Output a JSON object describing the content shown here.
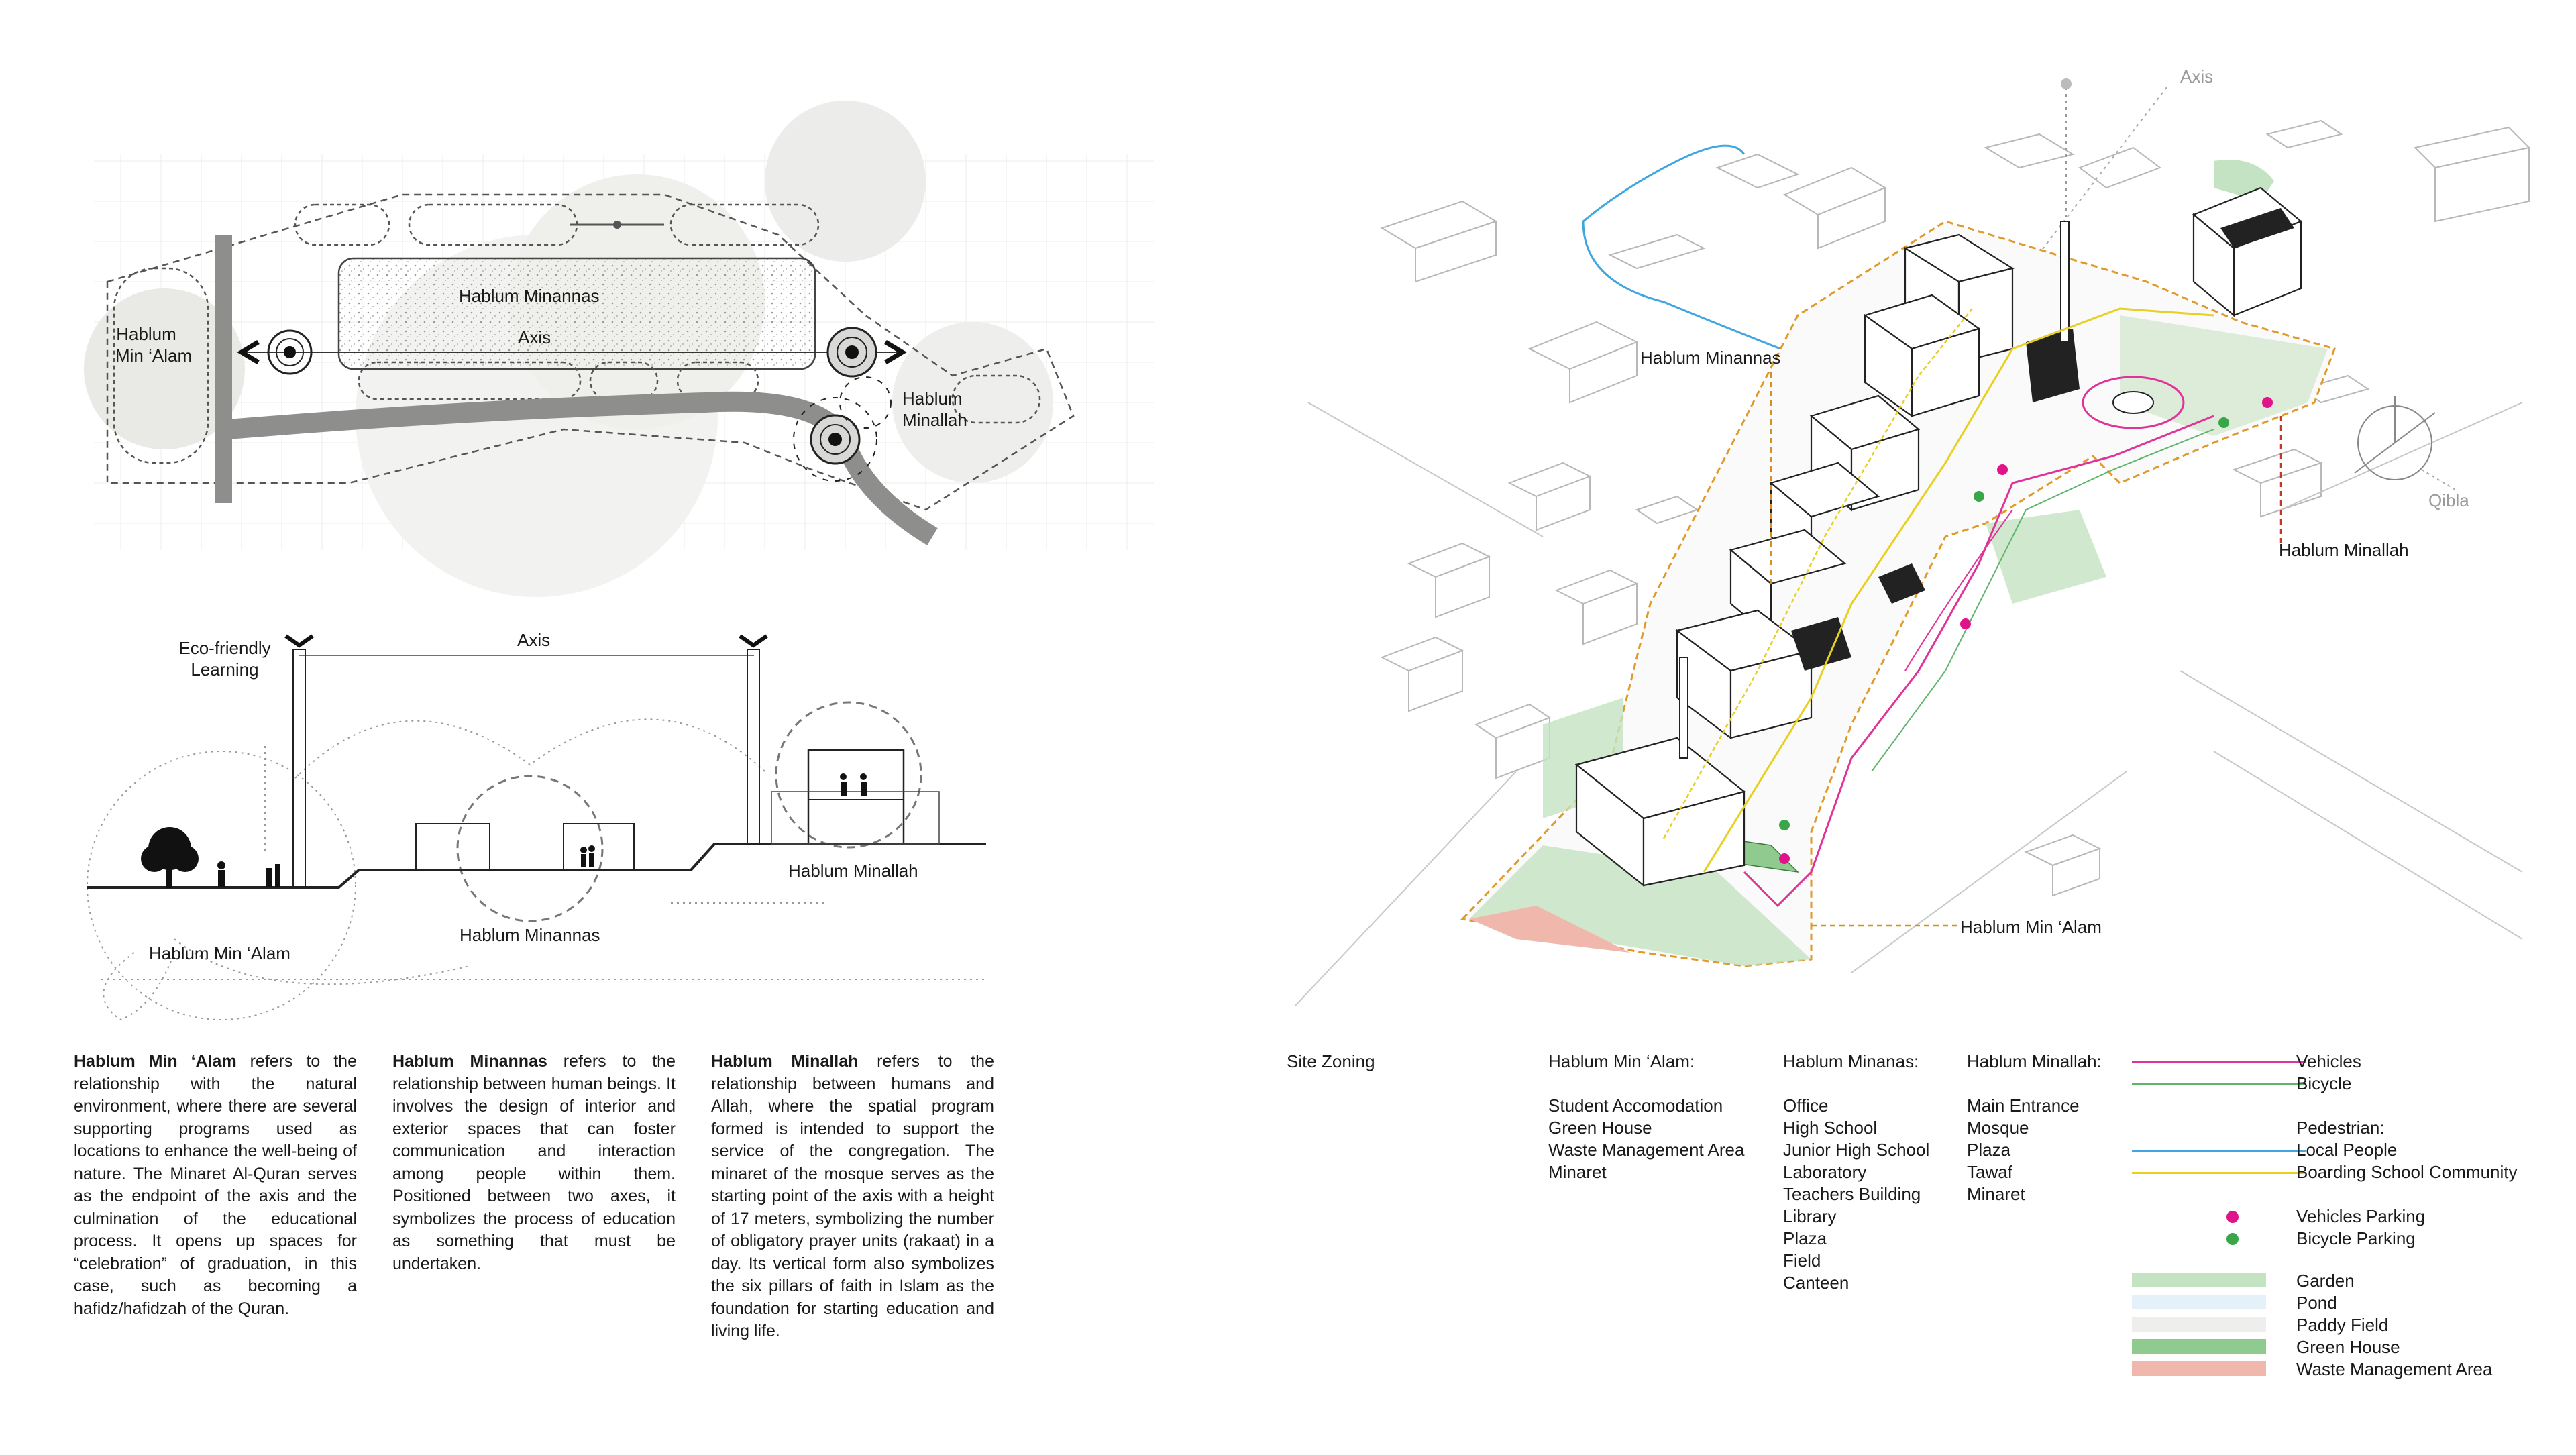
{
  "plan": {
    "label_alam": "Hablum\nMin ‘Alam",
    "label_minannas": "Hablum Minannas",
    "label_axis": "Axis",
    "label_minallah": "Hablum\nMinallah"
  },
  "section": {
    "eco_label": "Eco-friendly\nLearning",
    "axis_label": "Axis",
    "minallah_label": "Hablum Minallah",
    "minannas_label": "Hablum Minannas",
    "alam_label": "Hablum Min ‘Alam"
  },
  "axo": {
    "axis_label": "Axis",
    "qibla_label": "Qibla",
    "minannas_label": "Hablum Minannas",
    "minallah_label": "Hablum Minallah",
    "alam_label": "Hablum Min ‘Alam"
  },
  "descriptions": [
    {
      "title": "Hablum Min ‘Alam",
      "body": " refers to the relationship with the natural environment, where there are several supporting programs used as locations to enhance the well-being of nature. The Minaret Al-Quran serves as the endpoint of the axis and the culmination of the educational process. It opens up spaces for “celebration” of graduation, in this case, such as becoming a hafidz/hafidzah of the Quran."
    },
    {
      "title": "Hablum Minannas",
      "body": " refers to the relationship between human beings. It involves the design of interior and exterior spaces that can foster communication and interaction among people within them. Positioned between two axes, it symbolizes the process of education as something that must be undertaken."
    },
    {
      "title": "Hablum Minallah",
      "body": " refers to the relationship between humans and Allah, where the spatial program formed is intended to support the service of the congregation. The minaret of the mosque serves as the starting point of the axis with a height of 17 meters, symbolizing the number of obligatory prayer units (rakaat) in a day. Its vertical form also symbolizes the six pillars of faith in Islam as the foundation for starting education and living life."
    }
  ],
  "zoning": {
    "title": "Site Zoning",
    "columns": [
      {
        "header": "Hablum Min ‘Alam:",
        "items": [
          "Student Accomodation",
          "Green House",
          "Waste Management Area",
          "Minaret"
        ]
      },
      {
        "header": "Hablum Minanas:",
        "items": [
          "Office",
          "High School",
          "Junior High School",
          "Laboratory",
          "Teachers Building",
          "Library",
          "Plaza",
          "Field",
          "Canteen"
        ]
      },
      {
        "header": "Hablum Minallah:",
        "items": [
          "Main Entrance",
          "Mosque",
          "Plaza",
          "Tawaf",
          "Minaret"
        ]
      }
    ]
  },
  "legend": {
    "lines": [
      {
        "label": "Vehicles",
        "color": "#e0339a"
      },
      {
        "label": "Bicycle",
        "color": "#5fb56a"
      }
    ],
    "pedestrian_header": "Pedestrian:",
    "pedestrian": [
      {
        "label": "Local People",
        "color": "#3fa6e0"
      },
      {
        "label": "Boarding School Community",
        "color": "#e8d020"
      }
    ],
    "points": [
      {
        "label": "Vehicles Parking",
        "color": "#e0138a"
      },
      {
        "label": "Bicycle Parking",
        "color": "#3aa64a"
      }
    ],
    "areas": [
      {
        "label": "Garden",
        "color": "#c4e3c2"
      },
      {
        "label": "Pond",
        "color": "#e4f1f8"
      },
      {
        "label": "Paddy Field",
        "color": "#eeeeec"
      },
      {
        "label": "Green House",
        "color": "#8fcb8e"
      },
      {
        "label": "Waste Management Area",
        "color": "#f0b8ad"
      }
    ]
  }
}
